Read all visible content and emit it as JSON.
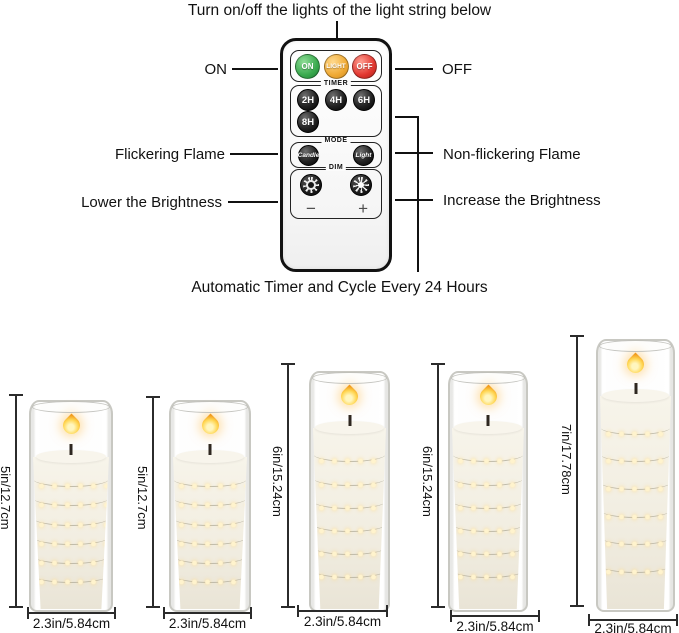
{
  "title": "Turn on/off the lights of the light string below",
  "caption": "Automatic Timer and Cycle Every 24 Hours",
  "callouts": {
    "on": "ON",
    "off": "OFF",
    "flickering": "Flickering Flame",
    "non_flickering": "Non-flickering Flame",
    "lower": "Lower the Brightness",
    "increase": "Increase the Brightness"
  },
  "remote": {
    "power_buttons": [
      {
        "label": "ON",
        "color": "#3aaa4e"
      },
      {
        "label": "LIGHT",
        "color": "#f0aa35"
      },
      {
        "label": "OFF",
        "color": "#e23730"
      }
    ],
    "timer": {
      "label": "TIMER",
      "buttons": [
        "2H",
        "4H",
        "6H",
        "8H"
      ]
    },
    "mode": {
      "label": "MODE",
      "buttons": [
        "Candle",
        "Light"
      ]
    },
    "dim": {
      "label": "DIM",
      "minus": "−",
      "plus": "+",
      "icons": [
        "dim-sun-icon",
        "bright-sun-icon"
      ]
    }
  },
  "candles": [
    {
      "height_label": "5in/12.7cm",
      "width_label": "2.3in/5.84cm"
    },
    {
      "height_label": "5in/12.7cm",
      "width_label": "2.3in/5.84cm"
    },
    {
      "height_label": "6in/15.24cm",
      "width_label": "2.3in/5.84cm"
    },
    {
      "height_label": "6in/15.24cm",
      "width_label": "2.3in/5.84cm"
    },
    {
      "height_label": "7in/17.78cm",
      "width_label": "2.3in/5.84cm"
    }
  ],
  "colors": {
    "line": "#111111",
    "candle_body": "#f2eee2",
    "flame": "#f1991b",
    "led_dot": "#fff3cd",
    "green": "#3aaa4e",
    "amber": "#f0aa35",
    "red": "#e23730"
  }
}
